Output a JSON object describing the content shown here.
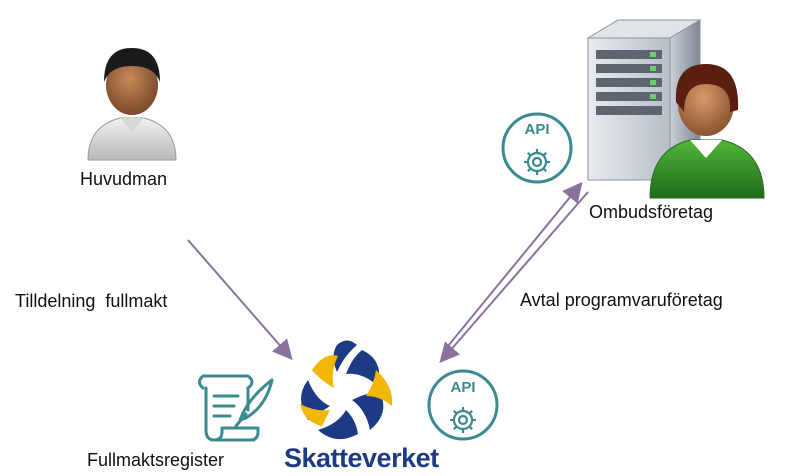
{
  "labels": {
    "principal": "Huvudman",
    "agent_company": "Ombudsföretag",
    "assign_power": "Tilldelning  fullmakt",
    "software_agreement": "Avtal programvaruföretag",
    "register": "Fullmaktsregister"
  },
  "brand": {
    "name": "Skatteverket"
  },
  "api_badge": {
    "text": "API"
  },
  "colors": {
    "arrow": "#8a729f",
    "brand_blue": "#1c3b84",
    "brand_yellow": "#f2b705",
    "api_teal": "#3b8a8f",
    "server_grey": "#9aa3ae",
    "green_shirt": "#3c9a2a",
    "white_shirt": "#e8e8e8"
  },
  "icons": [
    "person-icon",
    "server-icon",
    "api-gear-icon",
    "scroll-quill-icon",
    "skatteverket-logo"
  ]
}
